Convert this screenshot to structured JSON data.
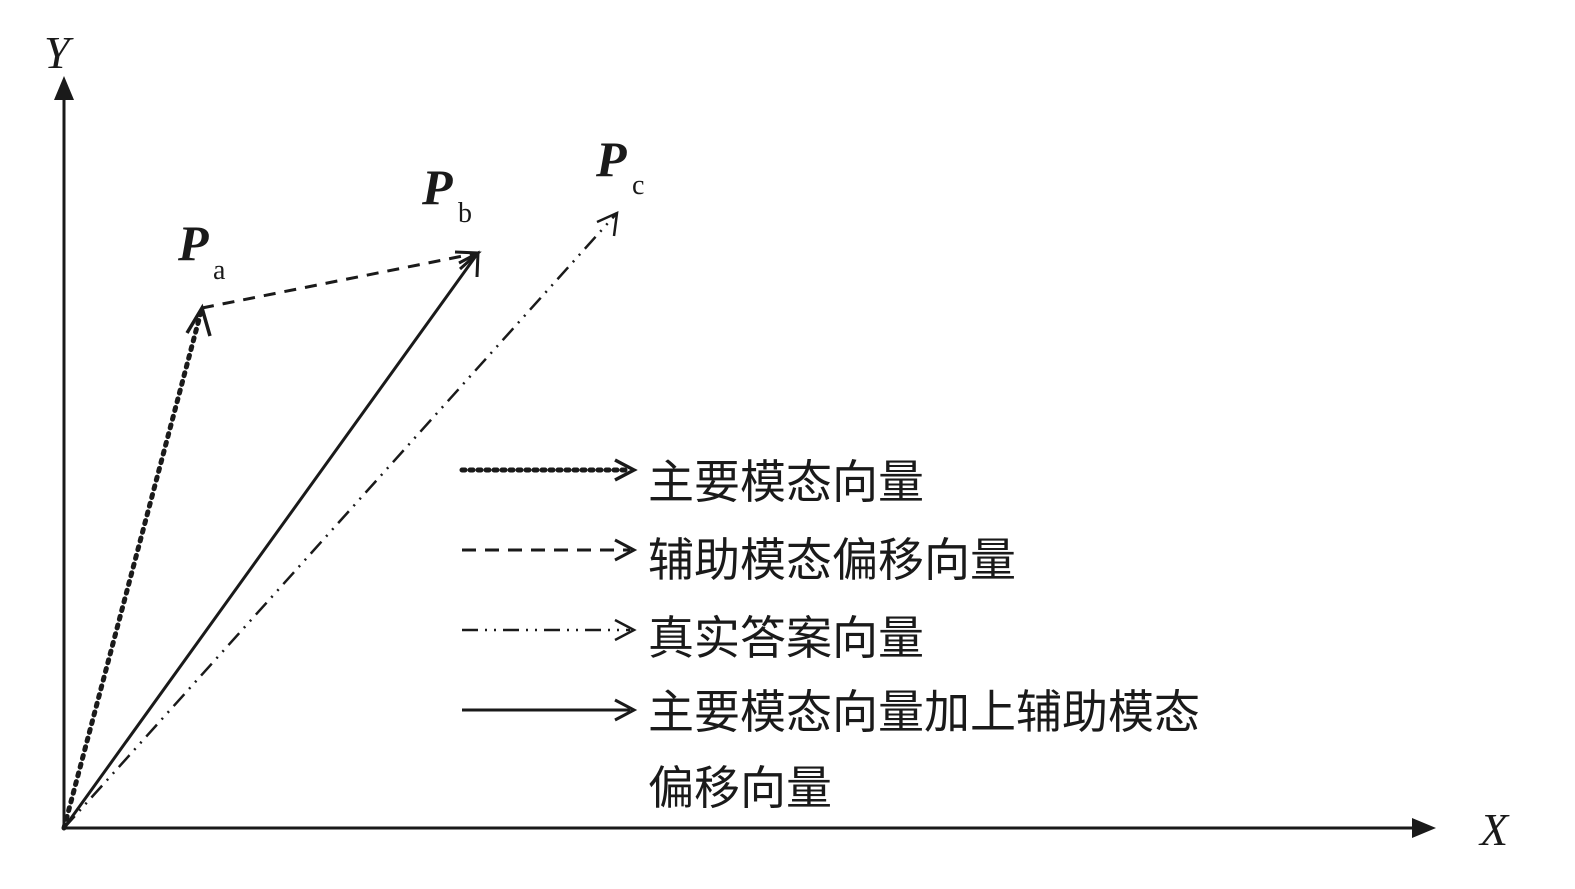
{
  "axes": {
    "x_label": "X",
    "y_label": "Y"
  },
  "points": {
    "a": {
      "main": "P",
      "sub": "a"
    },
    "b": {
      "main": "P",
      "sub": "b"
    },
    "c": {
      "main": "P",
      "sub": "c"
    }
  },
  "legend": {
    "items": [
      {
        "style": "dotted",
        "label": "主要模态向量"
      },
      {
        "style": "dashed",
        "label": "辅助模态偏移向量"
      },
      {
        "style": "dash-dot-dot",
        "label": "真实答案向量"
      },
      {
        "style": "solid",
        "label_line1": "主要模态向量加上辅助模态",
        "label_line2": "偏移向量"
      }
    ]
  },
  "colors": {
    "stroke": "#1a1a1a",
    "background": "#ffffff"
  }
}
